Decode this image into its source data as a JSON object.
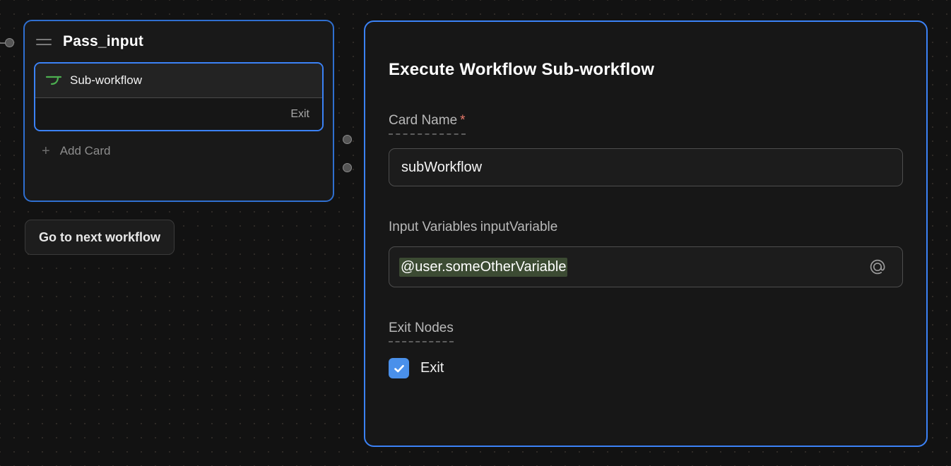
{
  "canvas": {
    "background_color": "#121212",
    "accent_color": "#3b82f6",
    "variable_highlight_color": "#3c4b33",
    "required_marker_color": "#e8796b",
    "checkbox_color": "#4a90ea"
  },
  "node": {
    "title": "Pass_input",
    "drag_handle_icon": "drag-handle-icon",
    "card": {
      "icon": "sub-workflow-icon",
      "label": "Sub-workflow",
      "exit_label": "Exit"
    },
    "add_card": {
      "plus_icon": "plus-icon",
      "label": "Add Card"
    }
  },
  "next_workflow_button": {
    "label": "Go to next workflow"
  },
  "panel": {
    "title": "Execute Workflow Sub-workflow",
    "card_name": {
      "label": "Card Name",
      "required_marker": "*",
      "value": "subWorkflow"
    },
    "input_variables": {
      "section_label": "Input Variables",
      "fields": [
        {
          "label": "inputVariable",
          "value": "@user.someOtherVariable",
          "trailing_icon": "at-icon"
        }
      ]
    },
    "exit_nodes": {
      "label": "Exit Nodes",
      "options": [
        {
          "label": "Exit",
          "checked": true,
          "icon": "check-icon"
        }
      ]
    }
  }
}
